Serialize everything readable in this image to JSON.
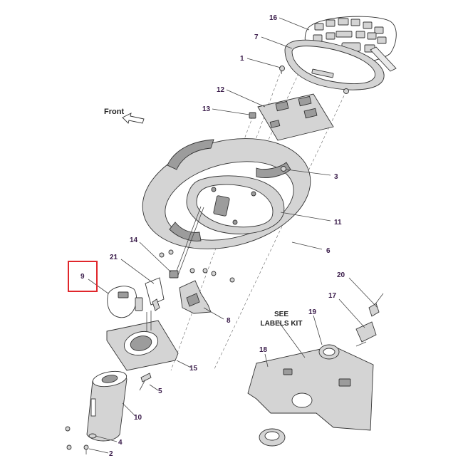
{
  "front_label": "Front",
  "see_labels": [
    "SEE",
    "LABELS KIT"
  ],
  "highlight_color": "#e0262b",
  "callouts": {
    "c1": "1",
    "c2": "2",
    "c3": "3",
    "c4": "4",
    "c5": "5",
    "c6": "6",
    "c7": "7",
    "c8": "8",
    "c9": "9",
    "c10": "10",
    "c11": "11",
    "c12": "12",
    "c13": "13",
    "c14": "14",
    "c15": "15",
    "c16": "16",
    "c17": "17",
    "c18": "18",
    "c19": "19",
    "c20": "20",
    "c21": "21"
  },
  "highlighted_callout": "9"
}
